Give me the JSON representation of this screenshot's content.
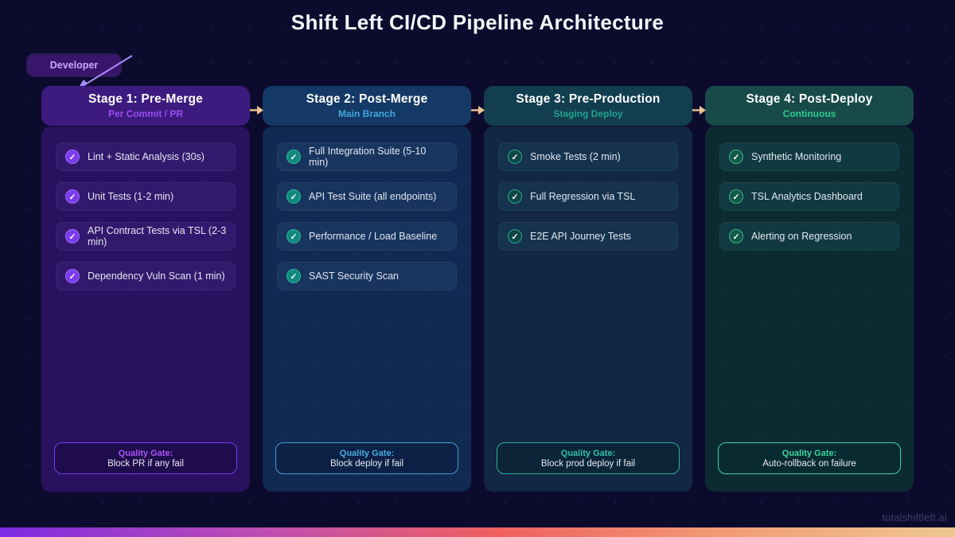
{
  "title": "Shift Left CI/CD Pipeline Architecture",
  "developer_badge": {
    "label": "Developer"
  },
  "icons": {
    "check": "✓"
  },
  "flow_arrow_color": "#efc494",
  "developer_arrow_color": "#a78bfa",
  "footer": {
    "brand": "totalshiftleft.ai",
    "bar_gradient": [
      "#7c2be2",
      "#c04eb2",
      "#f0605f",
      "#f19a74",
      "#eec891"
    ]
  },
  "stages": [
    {
      "title": "Stage 1: Pre-Merge",
      "subtitle": "Per Commit / PR",
      "tasks": [
        "Lint + Static Analysis (30s)",
        "Unit Tests (1-2 min)",
        "API Contract Tests via TSL (2-3 min)",
        "Dependency Vuln Scan (1 min)"
      ],
      "gate": {
        "label": "Quality Gate:",
        "text": "Block PR if any fail"
      },
      "colors": {
        "header_bg": "#3d1b7e",
        "body_bg": "#29115f",
        "item_bg": "#33196e",
        "accent": "#9b4df2",
        "check_bg": "#7c3aed",
        "check_ring": "#9a6cf5",
        "gate_border": "#7c3aed",
        "gate_label": "#a855f7",
        "gate_bg": "#1f0c4c"
      }
    },
    {
      "title": "Stage 2: Post-Merge",
      "subtitle": "Main Branch",
      "tasks": [
        "Full Integration Suite (5-10 min)",
        "API Test Suite (all endpoints)",
        "Performance / Load Baseline",
        "SAST Security Scan"
      ],
      "gate": {
        "label": "Quality Gate:",
        "text": "Block deploy if fail"
      },
      "colors": {
        "header_bg": "#143966",
        "body_bg": "#102a52",
        "item_bg": "#17355f",
        "accent": "#41a7dc",
        "check_bg": "#0f8a7c",
        "check_ring": "#2fb3a2",
        "gate_border": "#4a9bd6",
        "gate_label": "#4da9e0",
        "gate_bg": "#0c2145"
      }
    },
    {
      "title": "Stage 3: Pre-Production",
      "subtitle": "Staging Deploy",
      "tasks": [
        "Smoke Tests (2 min)",
        "Full Regression via TSL",
        "E2E API Journey Tests"
      ],
      "gate": {
        "label": "Quality Gate:",
        "text": "Block prod deploy if fail"
      },
      "colors": {
        "header_bg": "#123e50",
        "body_bg": "#112743",
        "item_bg": "#15334e",
        "accent": "#21a38d",
        "check_bg": "#0e4744",
        "check_ring": "#2aa392",
        "gate_border": "#2fae9b",
        "gate_label": "#35c0a8",
        "gate_bg": "#0b2438"
      }
    },
    {
      "title": "Stage 4: Post-Deploy",
      "subtitle": "Continuous",
      "tasks": [
        "Synthetic Monitoring",
        "TSL Analytics Dashboard",
        "Alerting on Regression"
      ],
      "gate": {
        "label": "Quality Gate:",
        "text": "Auto-rollback on failure"
      },
      "colors": {
        "header_bg": "#174a49",
        "body_bg": "#0c2b31",
        "item_bg": "#113941",
        "accent": "#2ecd8f",
        "check_bg": "#14594a",
        "check_ring": "#38b68c",
        "gate_border": "#3ed3a0",
        "gate_label": "#3bd49c",
        "gate_bg": "#0a2a32"
      }
    }
  ]
}
